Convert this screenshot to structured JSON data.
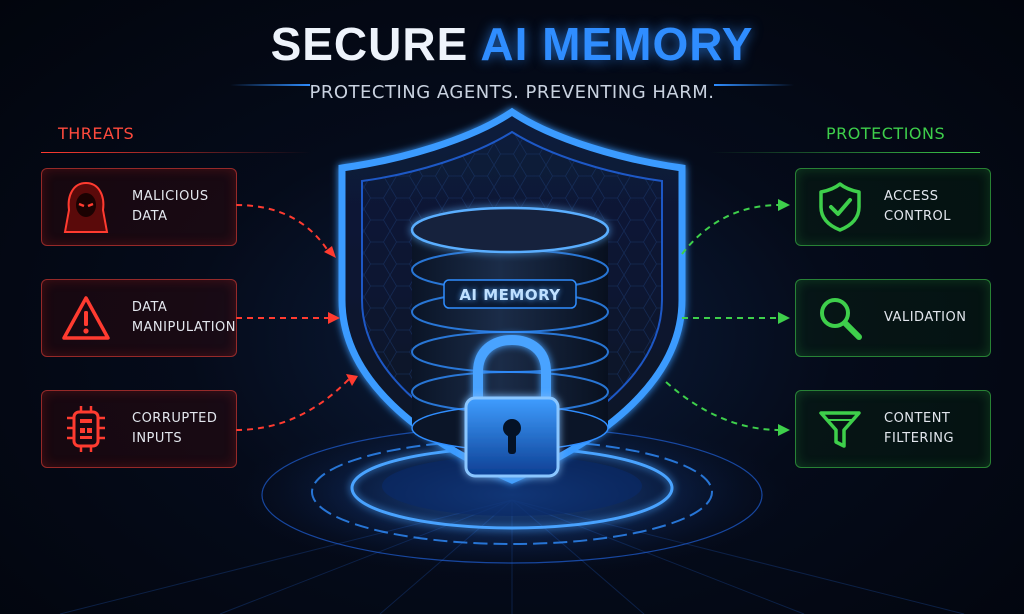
{
  "title": {
    "part1": "SECURE",
    "part2": "AI MEMORY"
  },
  "subtitle": "PROTECTING AGENTS. PREVENTING HARM.",
  "threats": {
    "heading": "THREATS",
    "items": [
      {
        "line1": "MALICIOUS",
        "line2": "DATA",
        "icon": "hooded-hacker-icon"
      },
      {
        "line1": "DATA",
        "line2": "MANIPULATION",
        "icon": "warning-triangle-icon"
      },
      {
        "line1": "CORRUPTED",
        "line2": "INPUTS",
        "icon": "bug-chip-icon"
      }
    ]
  },
  "protections": {
    "heading": "PROTECTIONS",
    "items": [
      {
        "line1": "ACCESS",
        "line2": "CONTROL",
        "icon": "shield-check-icon"
      },
      {
        "line1": "VALIDATION",
        "line2": "",
        "icon": "magnifier-icon"
      },
      {
        "line1": "CONTENT",
        "line2": "FILTERING",
        "icon": "funnel-icon"
      }
    ]
  },
  "center": {
    "label": "AI MEMORY",
    "icon": "padlock-icon"
  },
  "colors": {
    "threat": "#ff3b30",
    "protection": "#3ecf4b",
    "accent": "#2f8dff",
    "background": "#030814"
  }
}
